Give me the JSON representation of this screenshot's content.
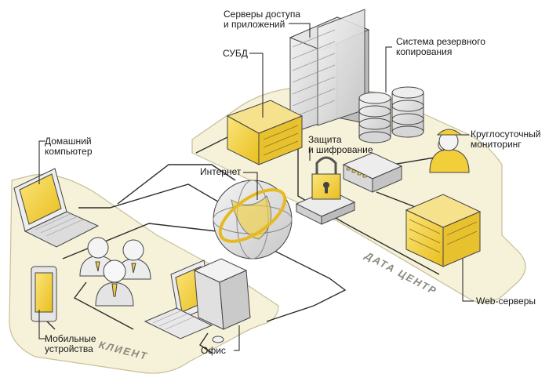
{
  "labels": {
    "access_servers": "Серверы доступа\nи приложений",
    "dbms": "СУБД",
    "backup": "Система резервного\nкопирования",
    "monitoring": "Круглосуточный\nмониторинг",
    "security": "Защита\nи шифрование",
    "internet": "Интернет",
    "home_pc": "Домашний\nкомпьютер",
    "web_servers": "Web-серверы",
    "mobile": "Мобильные\nустройства",
    "office": "Офис"
  },
  "zones": {
    "datacenter": "ДАТА ЦЕНТР",
    "client": "КЛИЕНТ"
  },
  "colors": {
    "accent_yellow": "#f2cf3a",
    "zone_fill": "#f6f1d9",
    "ink": "#2a2a2a",
    "grey": "#c9c9c9"
  }
}
